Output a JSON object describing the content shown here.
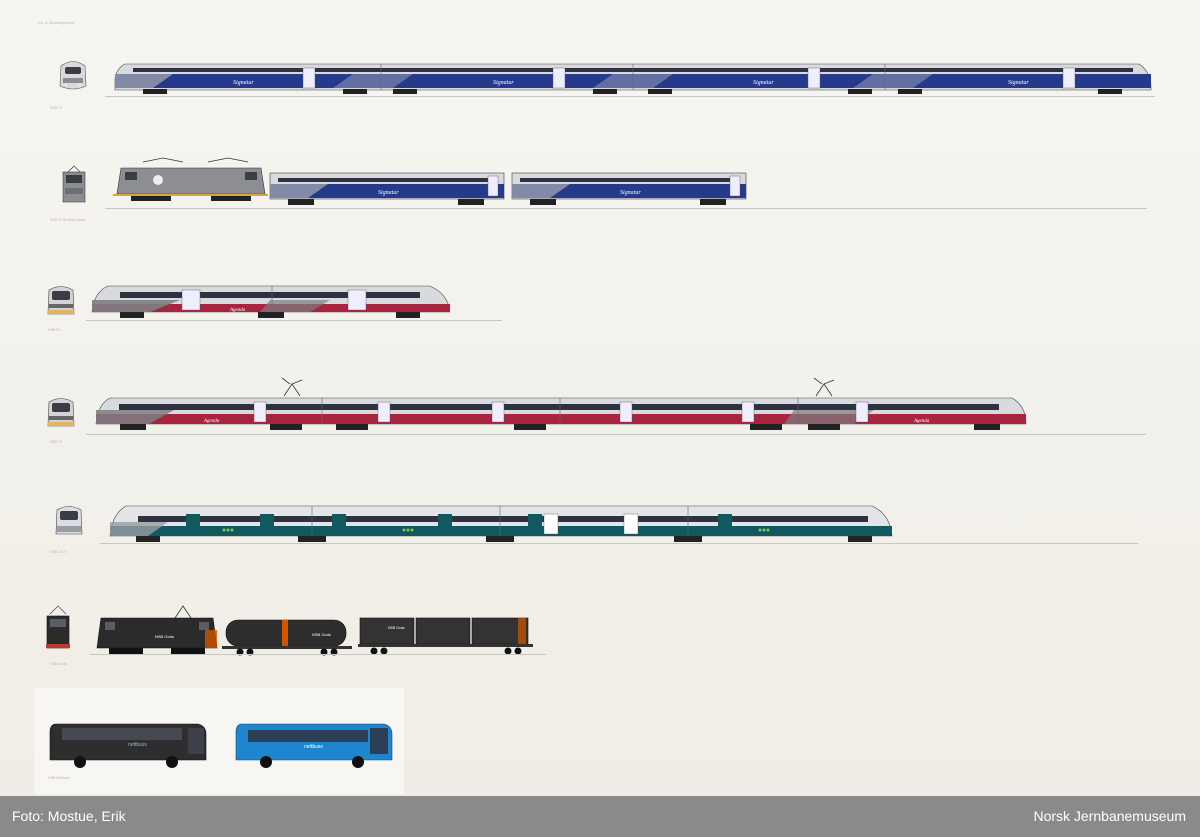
{
  "poster": {
    "header_note": "Liv & Nordstjernen",
    "rows": [
      {
        "caption": "NSB 73"
      },
      {
        "caption": "NSB El 18 med vogner"
      },
      {
        "caption": "NSB 93"
      },
      {
        "caption": "NSB 72"
      },
      {
        "caption": "NSB 74/75"
      },
      {
        "caption": "NSB Gods"
      },
      {
        "caption": "NSB Nettbuss"
      }
    ],
    "livery_labels": {
      "signatur": "Signatur",
      "agenda": "Agenda",
      "gods": "NSB Gods",
      "nettbuss": "nettbuss"
    }
  },
  "footer": {
    "photo_credit": "Foto: Mostue, Erik",
    "museum": "Norsk Jernbanemuseum"
  },
  "colors": {
    "signatur_blue": "#263a8c",
    "agenda_red": "#a8243f",
    "flirt_teal": "#12585f",
    "gods_black": "#2b2b2b",
    "bus_blue": "#1e86cf",
    "footer_gray": "#8a8a8a"
  }
}
